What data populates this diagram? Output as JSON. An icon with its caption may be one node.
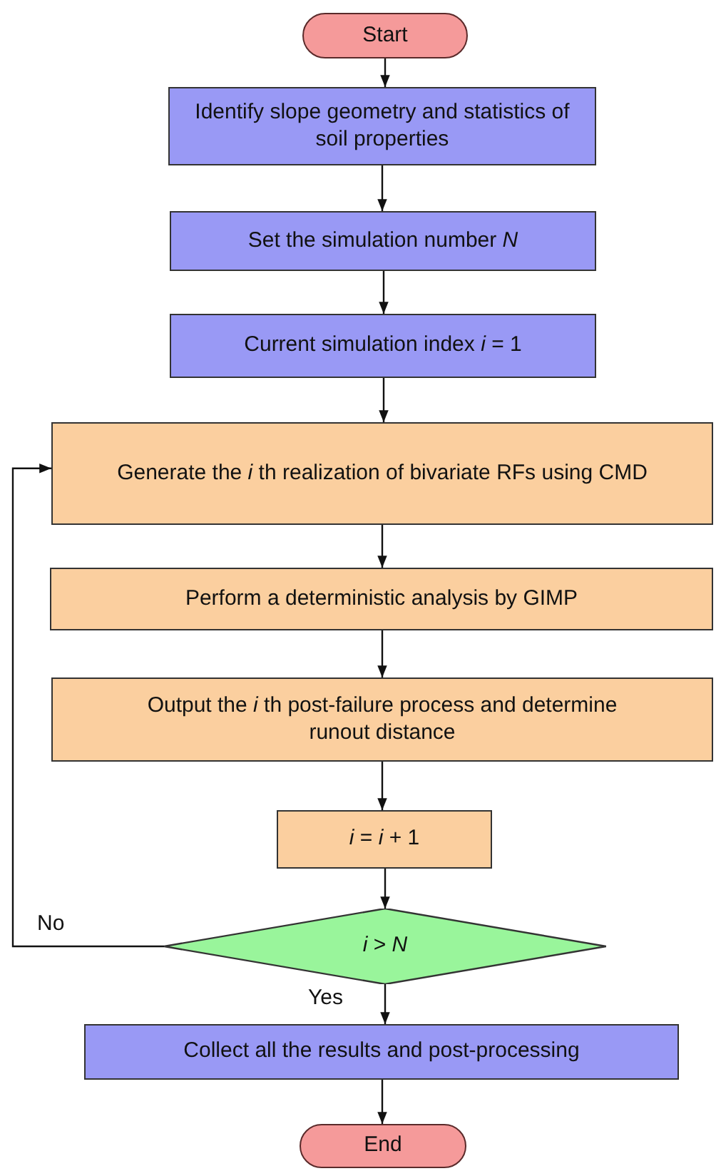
{
  "diagram": {
    "nodes": [
      {
        "text": [
          "Start"
        ]
      },
      {
        "text": [
          "Identify slope geometry and statistics of soil properties"
        ]
      },
      {
        "text": [
          "Set the simulation number *N*"
        ]
      },
      {
        "text": [
          "Current simulation index *i* = 1"
        ]
      },
      {
        "text": [
          "Generate the *i* th realization of bivariate RFs using CMD"
        ]
      },
      {
        "text": [
          "Perform a deterministic analysis by GIMP"
        ]
      },
      {
        "text": [
          "Output the *i* th post-failure process and determine runout distance"
        ]
      },
      {
        "text": [
          "*i* = *i* + 1"
        ]
      },
      {
        "text": [
          "*i* > *N*"
        ]
      },
      {
        "text": [
          "Collect all the results and post-processing"
        ]
      },
      {
        "text": [
          "End"
        ]
      }
    ],
    "edges": [
      {
        "from": 0,
        "to": 1,
        "arrow": "to"
      },
      {
        "from": 1,
        "to": 2,
        "arrow": "to"
      },
      {
        "from": 2,
        "to": 3,
        "arrow": "to"
      },
      {
        "from": 3,
        "to": 4,
        "arrow": "to"
      },
      {
        "from": 4,
        "to": 5,
        "arrow": "to"
      },
      {
        "from": 5,
        "to": 6,
        "arrow": "to"
      },
      {
        "from": 6,
        "to": 7,
        "arrow": "to"
      },
      {
        "from": 7,
        "to": 8,
        "arrow": "to"
      },
      {
        "from": 8,
        "to": 4,
        "arrow": "to",
        "label": "No"
      },
      {
        "from": 8,
        "to": 9,
        "arrow": "to",
        "label": "Yes"
      },
      {
        "from": 9,
        "to": 10,
        "arrow": "to"
      }
    ]
  }
}
